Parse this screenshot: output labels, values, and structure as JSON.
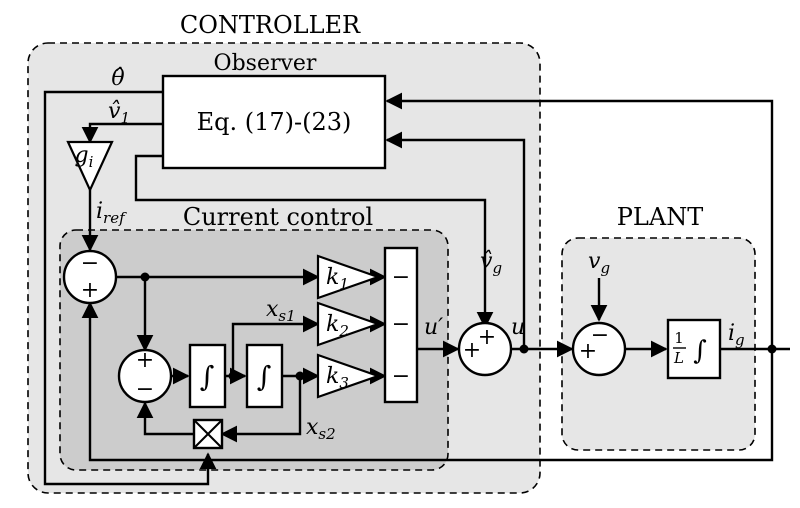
{
  "regions": {
    "controller": "CONTROLLER",
    "observer": "Observer",
    "current_control": "Current control",
    "plant": "PLANT"
  },
  "blocks": {
    "observer_eq": "Eq. (17)-(23)",
    "gain_gi": "g",
    "gain_gi_sub": "i",
    "k1": "k",
    "k1_sub": "1",
    "k2": "k",
    "k2_sub": "2",
    "k3": "k",
    "k3_sub": "3",
    "integrator": "∫",
    "plant_frac_num": "1",
    "plant_frac_den": "L",
    "multiplier": "⊠"
  },
  "signals": {
    "theta_hat": "θ̂",
    "v1_hat": "v̂",
    "v1_hat_sub": "1",
    "i_ref": "i",
    "i_ref_sub": "ref",
    "v_g_hat": "v̂",
    "v_g_hat_sub": "g",
    "u_prime": "u′",
    "u": "u",
    "v_g": "v",
    "v_g_sub": "g",
    "i_g": "i",
    "i_g_sub": "g",
    "x_s1": "x",
    "x_s1_sub": "s1",
    "x_s2": "x",
    "x_s2_sub": "s2"
  },
  "signs": {
    "minus": "−",
    "plus": "+"
  }
}
